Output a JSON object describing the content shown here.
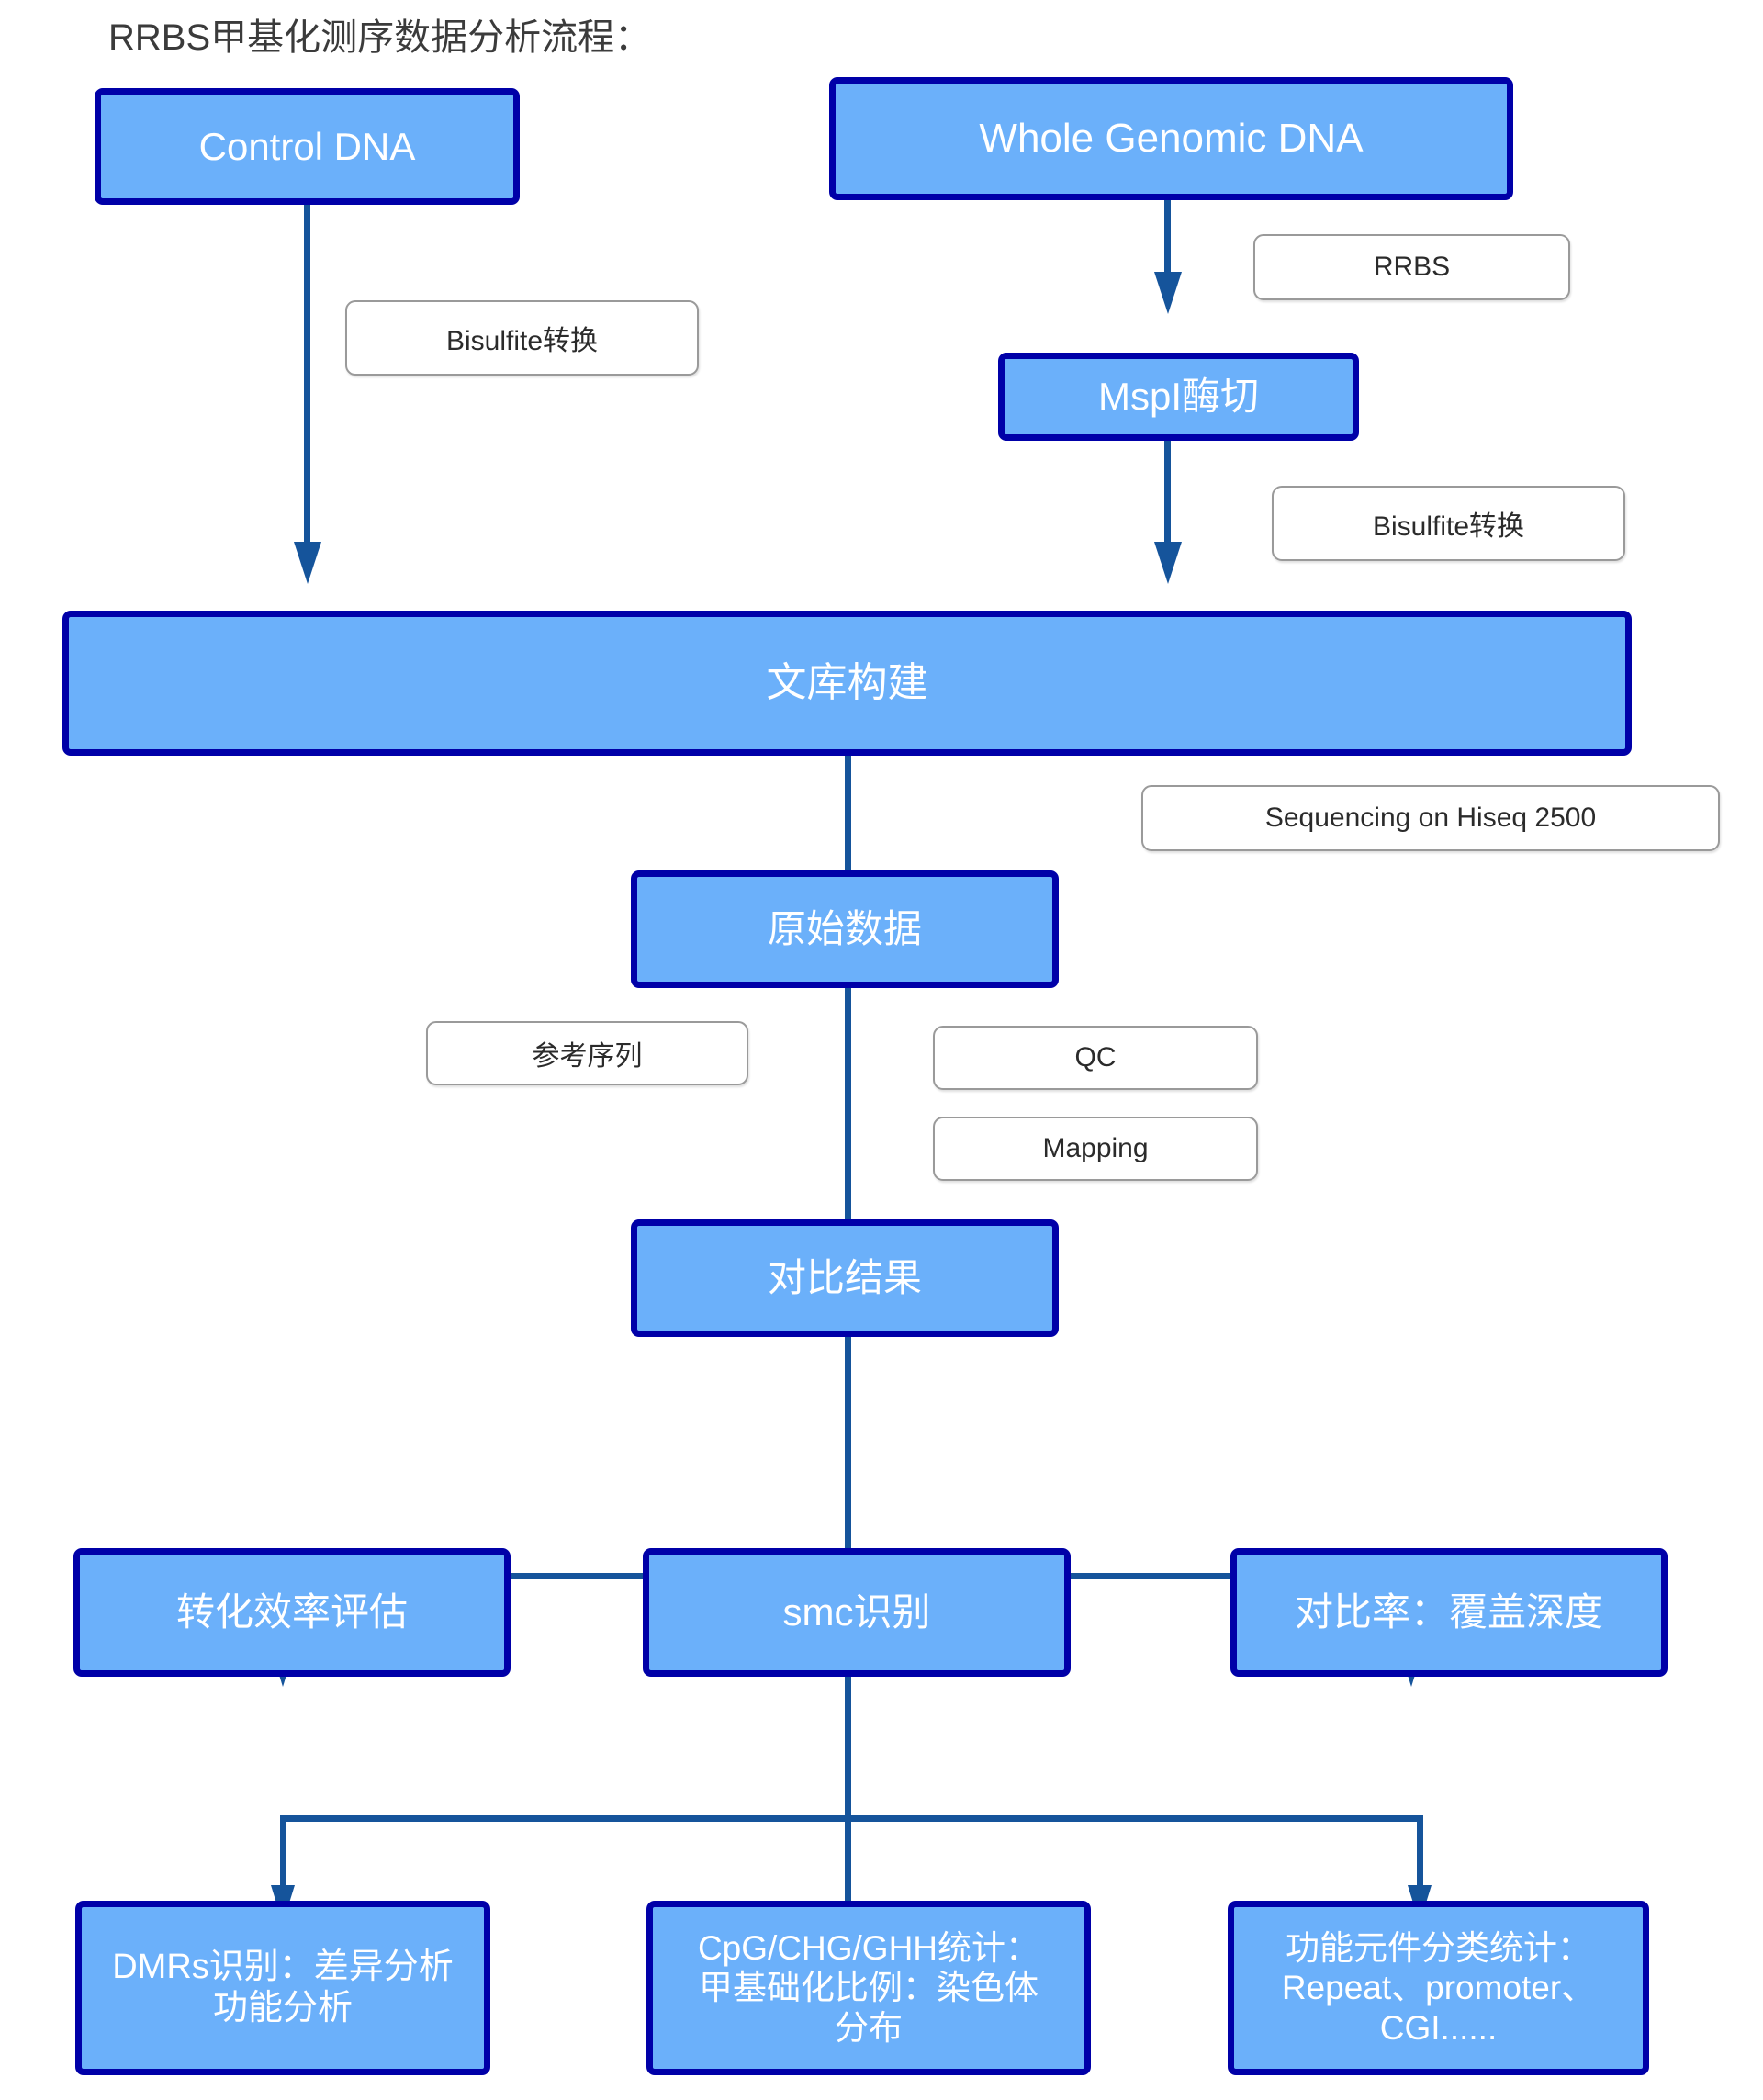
{
  "title": "RRBS甲基化测序数据分析流程：",
  "colors": {
    "box_fill": "#6BB0FA",
    "box_border": "#0000A8",
    "box_text": "#FFFFFF",
    "connector": "#15549B",
    "label_border": "#9A9A9A",
    "label_text": "#2B2B2B",
    "title_text": "#3B3B3B",
    "background": "#FFFFFF"
  },
  "nodes": {
    "control_dna": "Control DNA",
    "whole_genomic_dna": "Whole Genomic DNA",
    "mspi": "MspI酶切",
    "library": "文库构建",
    "raw_data": "原始数据",
    "alignment": "对比结果",
    "conversion_efficiency": "转化效率评估",
    "smc": "smc识别",
    "mapping_rate": "对比率：覆盖深度",
    "dmrs": "DMRs识别：差异分析\n功能分析",
    "cpg_stats": "CpG/CHG/GHH统计：\n甲基础化比例：染色体\n分布",
    "feature_stats": "功能元件分类统计：\nRepeat、promoter、\nCGI......"
  },
  "edge_labels": {
    "bisulfite_left": "Bisulfite转换",
    "rrbs": "RRBS",
    "bisulfite_right": "Bisulfite转换",
    "sequencing": "Sequencing on Hiseq 2500",
    "reference": "参考序列",
    "qc": "QC",
    "mapping": "Mapping"
  }
}
